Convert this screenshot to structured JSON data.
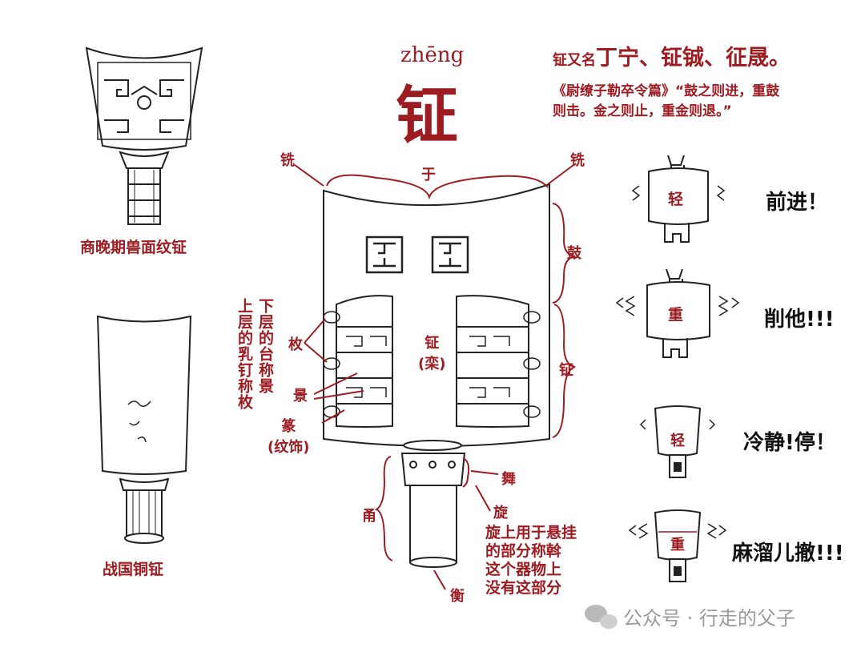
{
  "header": {
    "pinyin": "zhēng",
    "character": "钲",
    "alias_prefix": "钲又名",
    "alias_names": "丁宁、钲铖、征晟。",
    "quote_line1": "《尉缭子勒卒令篇》“鼓之则进，重鼓",
    "quote_line2": "则击。金之则止，重金则退。”"
  },
  "left_figures": {
    "shang_caption": "商晚期兽面纹钲",
    "warring_caption": "战国铜钲"
  },
  "parts": {
    "xian_left": "铣",
    "xian_right": "铣",
    "yu": "于",
    "gu": "鼓",
    "zheng_side": "钲",
    "center_line1": "钲",
    "center_line2": "(栾)",
    "mei": "枚",
    "jing": "景",
    "zhuan_line1": "篆",
    "zhuan_line2": "(纹饰)",
    "wu": "舞",
    "yong": "甬",
    "xuan": "旋",
    "heng": "衡"
  },
  "notes": {
    "vertical_upper": "上层的乳钉称枚",
    "vertical_lower": "下层的台称景",
    "xuan_note_1": "旋上用于悬挂",
    "xuan_note_2": "的部分称斡",
    "xuan_note_3": "这个器物上",
    "xuan_note_4": "没有这部分"
  },
  "signals": [
    {
      "mark": "轻",
      "meaning": "前进！"
    },
    {
      "mark": "重",
      "meaning": "削他!!!"
    },
    {
      "mark": "轻",
      "meaning": "冷静!停！"
    },
    {
      "mark": "重",
      "meaning": "麻溜儿撤!!!"
    }
  ],
  "watermark": {
    "text": "公众号 · 行走的父子"
  },
  "colors": {
    "accent": "#9c1c22",
    "ink": "#1a1a1a"
  }
}
